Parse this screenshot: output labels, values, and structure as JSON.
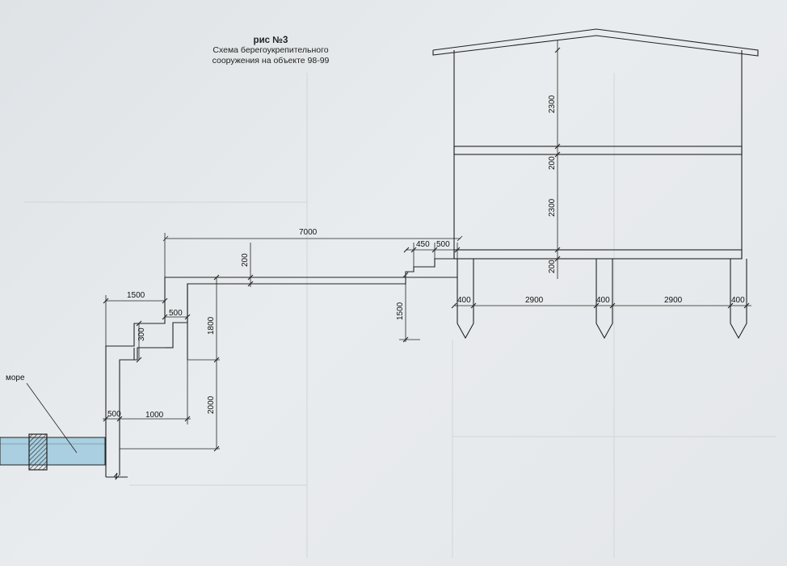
{
  "title": {
    "main": "рис №3",
    "line1": "Схема берегоукрепительного",
    "line2": "сооружения на объекте 98-99"
  },
  "labels": {
    "sea": "море"
  },
  "dimensions": {
    "span_7000": "7000",
    "step_450": "450",
    "step_500_top": "500",
    "slab_200_left": "200",
    "width_1500": "1500",
    "width_500_mid": "500",
    "height_300": "300",
    "height_1800": "1800",
    "height_2000": "2000",
    "width_500_bottom": "500",
    "width_1000": "1000",
    "height_1500": "1500",
    "pile_400_a": "400",
    "span_2900_a": "2900",
    "pile_400_b": "400",
    "span_2900_b": "2900",
    "pile_400_c": "400",
    "floor_2300_upper": "2300",
    "slab_200_mid": "200",
    "floor_2300_lower": "2300",
    "slab_200_bottom": "200"
  },
  "colors": {
    "line": "#222222",
    "water": "#a9cfe0",
    "paper": "#e6e9eb"
  }
}
